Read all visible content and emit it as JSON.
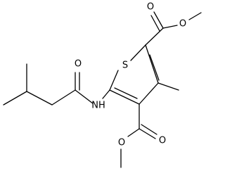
{
  "labels": {
    "sulfur": "S",
    "nitrogen_h": "NH",
    "o_amide": "O",
    "o_ester_top_carbonyl": "O",
    "o_ester_top_ether": "O",
    "o_ester_bottom_carbonyl": "O",
    "o_ester_bottom_ether": "O"
  },
  "colors": {
    "bond": "#000000",
    "label": "#000000",
    "background": "#ffffff"
  }
}
